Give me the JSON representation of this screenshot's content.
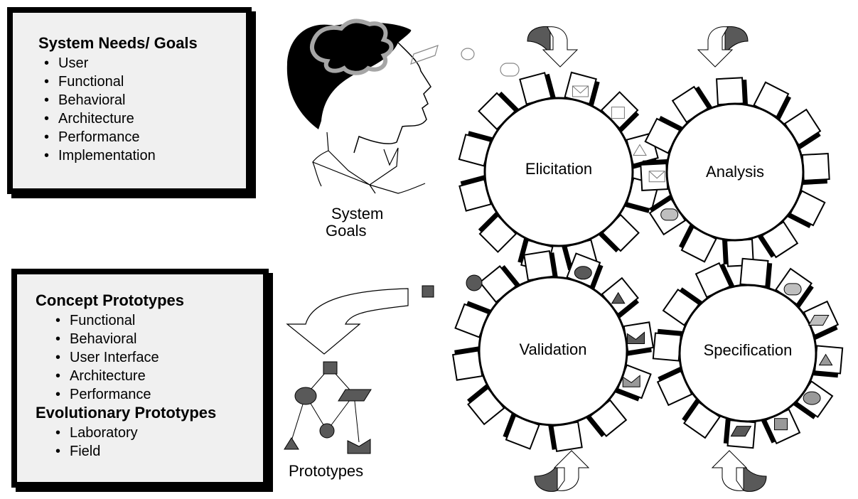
{
  "needs_panel": {
    "title": "System Needs/ Goals",
    "items": [
      "User",
      "Functional",
      "Behavioral",
      "Architecture",
      "Performance",
      "Implementation"
    ]
  },
  "prototypes_panel": {
    "concept_title": "Concept Prototypes",
    "concept_items": [
      "Functional",
      "Behavioral",
      "User Interface",
      "Architecture",
      "Performance"
    ],
    "evolutionary_title": "Evolutionary Prototypes",
    "evolutionary_items": [
      "Laboratory",
      "Field"
    ]
  },
  "labels": {
    "system_goals_line1": "System",
    "system_goals_line2": "Goals",
    "prototypes": "Prototypes"
  },
  "gears": {
    "elicitation": "Elicitation",
    "analysis": "Analysis",
    "validation": "Validation",
    "specification": "Specification"
  },
  "colors": {
    "shape_gray": "#595959",
    "light_gray": "#bfbfbf",
    "panel_bg": "#f0f0f0"
  }
}
